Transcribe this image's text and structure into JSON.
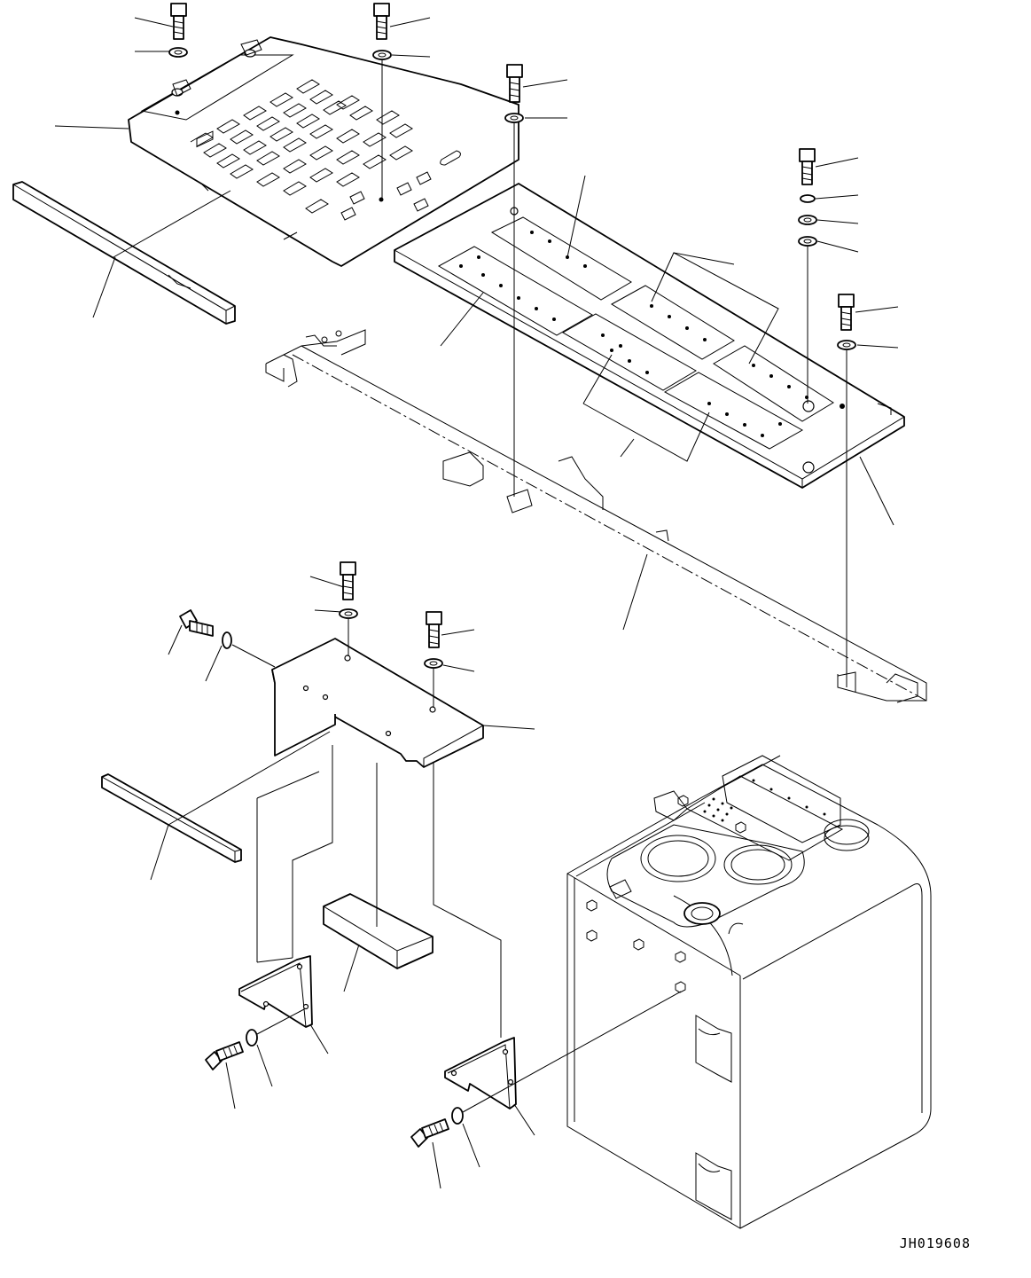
{
  "drawing": {
    "code": "JH019608"
  },
  "parts": [
    {
      "id": "grating-cover",
      "label": ""
    },
    {
      "id": "top-plate-with-perforated-panels",
      "label": ""
    },
    {
      "id": "frame-rail",
      "label": ""
    },
    {
      "id": "lower-bracket-cover",
      "label": ""
    },
    {
      "id": "rubber-strip-upper",
      "label": ""
    },
    {
      "id": "rubber-strip-lower",
      "label": ""
    },
    {
      "id": "spacer-block",
      "label": ""
    },
    {
      "id": "mount-bracket-left",
      "label": ""
    },
    {
      "id": "mount-bracket-right",
      "label": ""
    },
    {
      "id": "hydraulic-tank",
      "label": ""
    }
  ],
  "fasteners": [
    "bolt",
    "washer",
    "spring-washer"
  ]
}
